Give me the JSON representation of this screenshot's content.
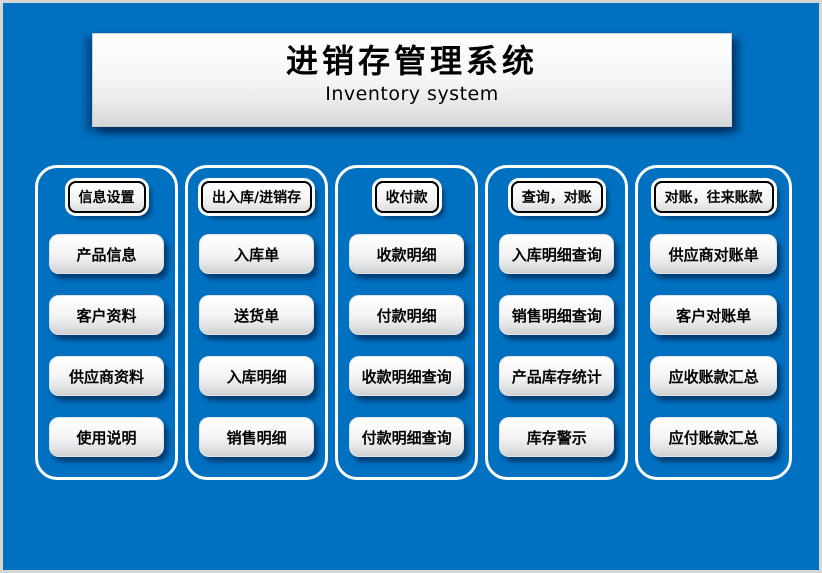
{
  "app": {
    "title": "进销存管理系统",
    "subtitle": "Inventory system"
  },
  "colors": {
    "background": "#0070C0",
    "panel_border": "#ffffff",
    "button_face_top": "#ffffff",
    "button_face_bottom": "#cfd0d2",
    "shadow": "#031c42",
    "frame_border": "#d6d6d2",
    "text": "#000000"
  },
  "columns": [
    {
      "header": "信息设置",
      "buttons": [
        "产品信息",
        "客户资料",
        "供应商资料",
        "使用说明"
      ]
    },
    {
      "header": "出入库/进销存",
      "buttons": [
        "入库单",
        "送货单",
        "入库明细",
        "销售明细"
      ]
    },
    {
      "header": "收付款",
      "buttons": [
        "收款明细",
        "付款明细",
        "收款明细查询",
        "付款明细查询"
      ]
    },
    {
      "header": "查询，对账",
      "buttons": [
        "入库明细查询",
        "销售明细查询",
        "产品库存统计",
        "库存警示"
      ]
    },
    {
      "header": "对账，往来账款",
      "buttons": [
        "供应商对账单",
        "客户对账单",
        "应收账款汇总",
        "应付账款汇总"
      ]
    }
  ]
}
